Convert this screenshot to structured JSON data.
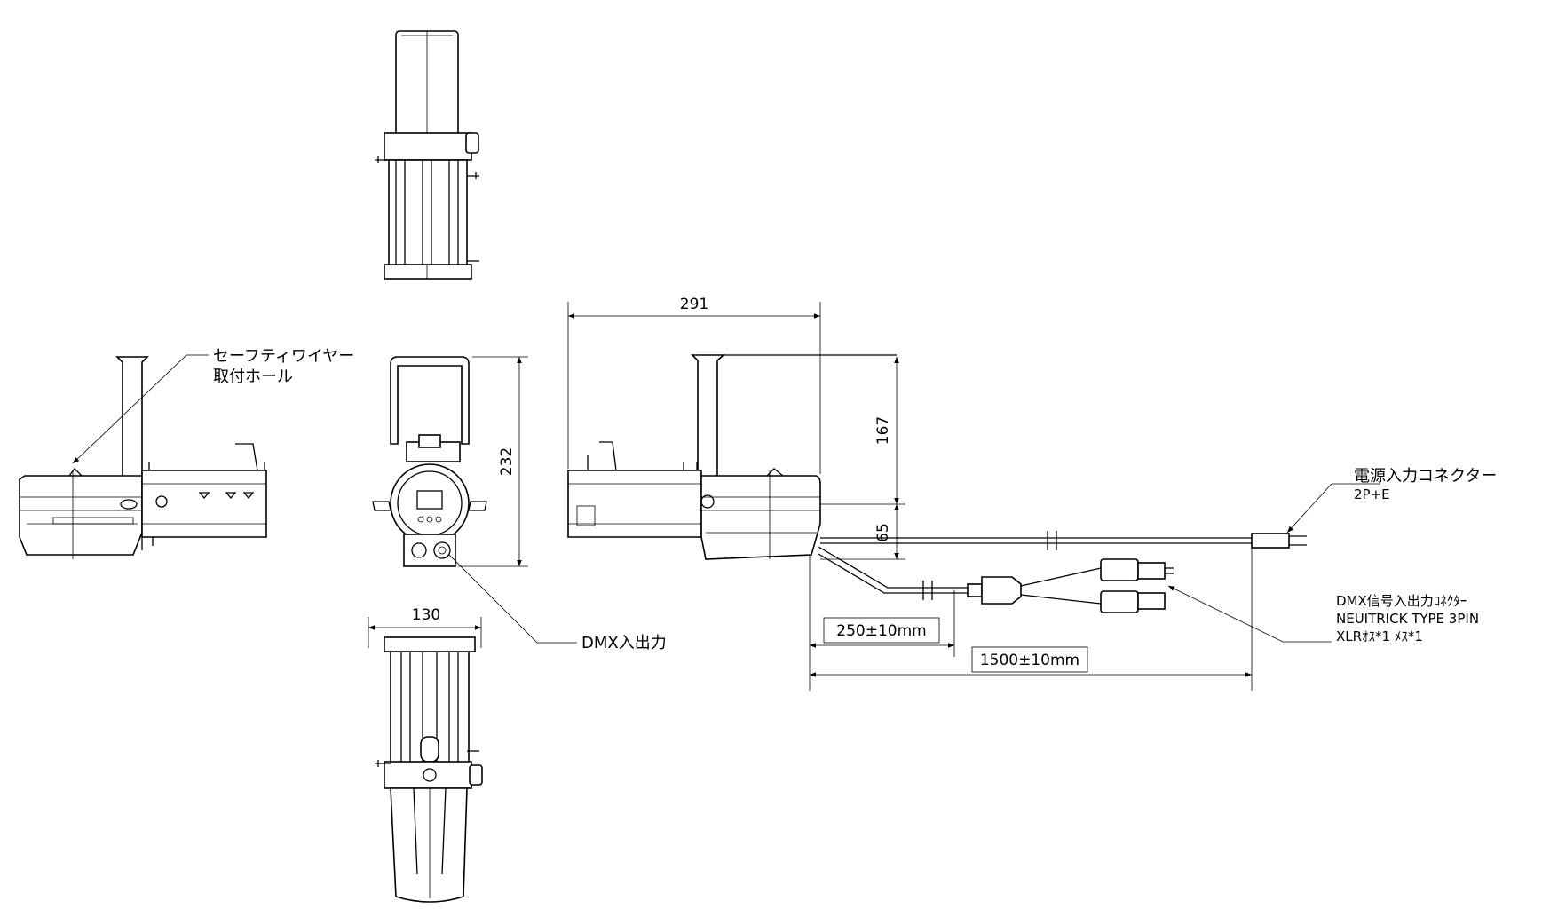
{
  "labels": {
    "safety_wire_line1": "セーフティワイヤー",
    "safety_wire_line2": "取付ホール",
    "dmx_io": "DMX入出力",
    "power_line1": "電源入力コネクター",
    "power_line2": "2P+E",
    "dmx_conn_line1": "DMX信号入出力ｺﾈｸﾀｰ",
    "dmx_conn_line2": "NEUITRICK TYPE  3PIN",
    "dmx_conn_line3": "XLRｵｽ*1 ﾒｽ*1"
  },
  "dimensions": {
    "length": "291",
    "height_total": "232",
    "height_upper": "167",
    "height_lower": "65",
    "width": "130",
    "cable_short": "250±10mm",
    "cable_long": "1500±10mm"
  }
}
